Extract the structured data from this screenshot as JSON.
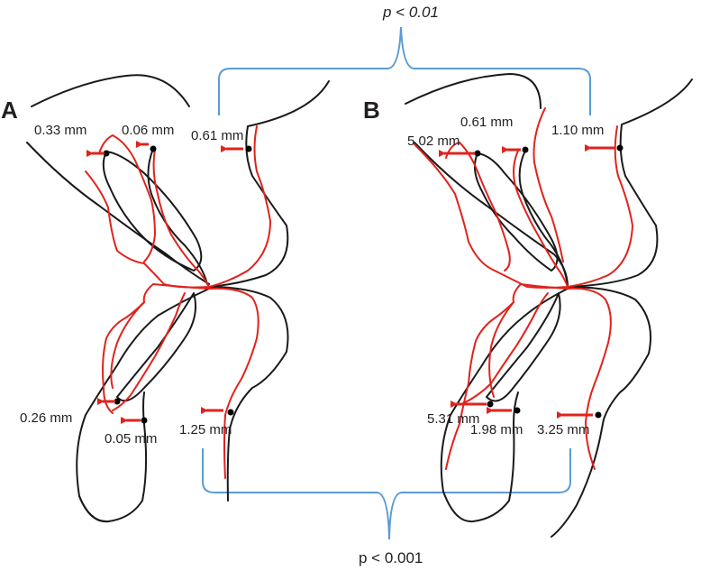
{
  "panels": {
    "a": "A",
    "b": "B"
  },
  "significance": {
    "top": "p < 0.01",
    "bottom": "p < 0.001"
  },
  "measurements": {
    "a": {
      "upper_lip_ant": "0.33 mm",
      "upper_lip_post": "0.06 mm",
      "soft_upper": "0.61 mm",
      "lower_lip_ant": "0.26 mm",
      "lower_lip_post": "0.05 mm",
      "soft_lower": "1.25 mm"
    },
    "b": {
      "upper_lip_ant": "5.02 mm",
      "upper_lip_post": "0.61 mm",
      "soft_upper": "1.10 mm",
      "lower_lip_ant": "5.31 mm",
      "lower_lip_post": "1.98 mm",
      "soft_lower": "3.25 mm"
    }
  },
  "colors": {
    "before": "#1a1a1a",
    "after": "#e0231d",
    "bracket": "#5b9bd5",
    "arrow": "#e0231d"
  }
}
